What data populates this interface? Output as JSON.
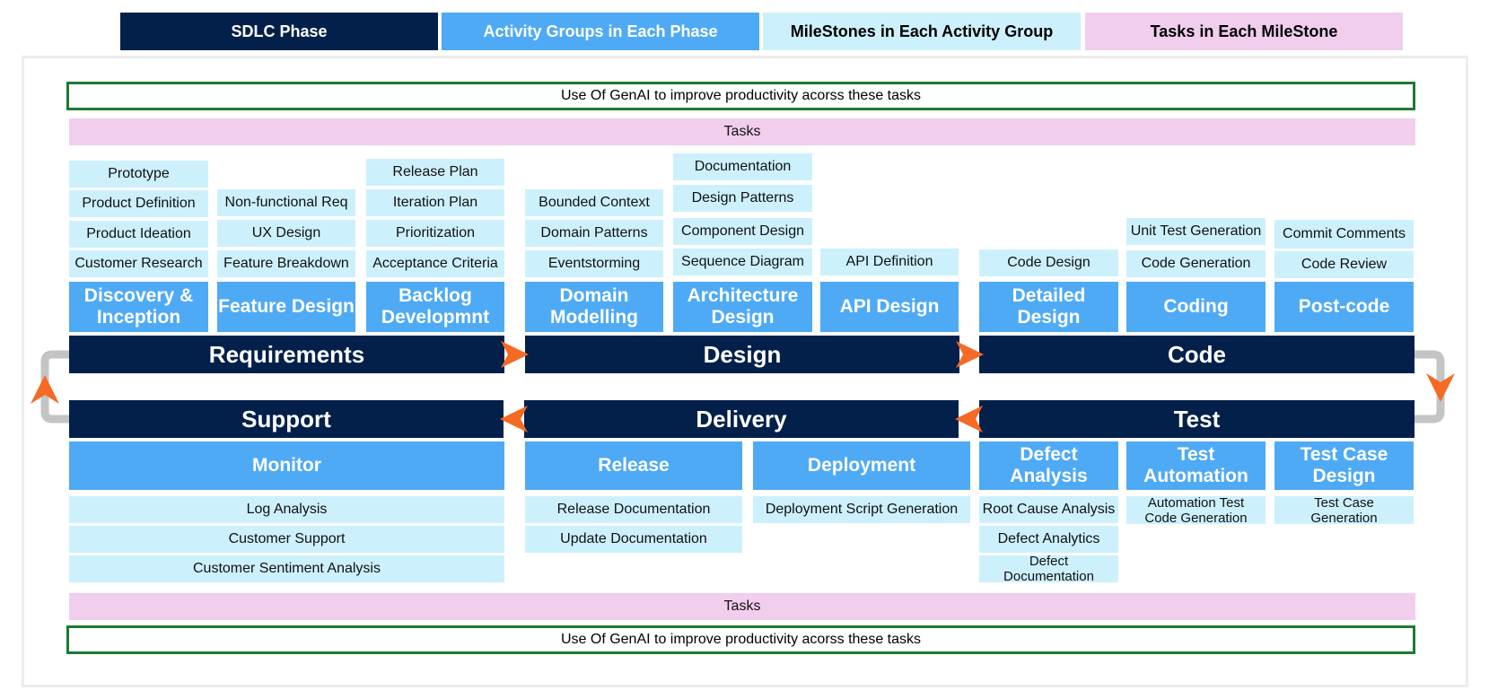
{
  "colors": {
    "phase": "#03204a",
    "activity_group": "#4faaf5",
    "milestone": "#cdf0fd",
    "tasks": "#f1cdee",
    "genai_border": "#1e7a32",
    "arrow": "#f56a25",
    "connector": "#c4c4c4"
  },
  "legend": {
    "phase": "SDLC Phase",
    "activity": "Activity Groups in Each Phase",
    "milestone": "MileStones in Each Activity Group",
    "tasks": "Tasks in Each MileStone"
  },
  "genai_top": "Use Of GenAI to improve productivity acorss these tasks",
  "genai_bottom": "Use Of GenAI to improve productivity acorss these tasks",
  "tasks_top": "Tasks",
  "tasks_bottom": "Tasks",
  "phases": {
    "requirements": "Requirements",
    "design": "Design",
    "code": "Code",
    "support": "Support",
    "delivery": "Delivery",
    "test": "Test"
  },
  "groups": {
    "discovery": "Discovery & Inception",
    "feature_design": "Feature Design",
    "backlog": "Backlog Developmnt",
    "domain_modelling": "Domain Modelling",
    "architecture": "Architecture Design",
    "api_design": "API Design",
    "detailed_design": "Detailed Design",
    "coding": "Coding",
    "post_code": "Post-code",
    "monitor": "Monitor",
    "release": "Release",
    "deployment": "Deployment",
    "defect_analysis": "Defect Analysis",
    "test_automation": "Test Automation",
    "test_case_design": "Test Case Design"
  },
  "milestones": {
    "discovery": [
      "Prototype",
      "Product Definition",
      "Product Ideation",
      "Customer Research"
    ],
    "feature_design": [
      "Non-functional Req",
      "UX Design",
      "Feature Breakdown"
    ],
    "backlog": [
      "Release Plan",
      "Iteration Plan",
      "Prioritization",
      "Acceptance Criteria"
    ],
    "domain_modelling": [
      "Bounded Context",
      "Domain Patterns",
      "Eventstorming"
    ],
    "architecture": [
      "Documentation",
      "Design Patterns",
      "Component Design",
      "Sequence Diagram"
    ],
    "api_design": [
      "API Definition"
    ],
    "detailed_design": [
      "Code Design"
    ],
    "coding": [
      "Unit Test Generation",
      "Code Generation"
    ],
    "post_code": [
      "Commit Comments",
      "Code Review"
    ],
    "monitor": [
      "Log Analysis",
      "Customer Support",
      "Customer Sentiment Analysis"
    ],
    "release": [
      "Release Documentation",
      "Update Documentation"
    ],
    "deployment": [
      "Deployment Script Generation"
    ],
    "defect_analysis": [
      "Root Cause Analysis",
      "Defect Analytics",
      "Defect Documentation"
    ],
    "test_automation": [
      "Automation Test Code Generation"
    ],
    "test_case_design": [
      "Test Case Generation"
    ]
  }
}
